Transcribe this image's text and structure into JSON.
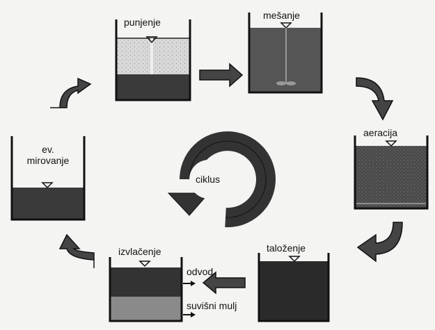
{
  "stages": {
    "punjenje": "punjenje",
    "mesanje": "mešanje",
    "aeracija": "aeracija",
    "talozenje": "taloženje",
    "izvlacenje": "izvlačenje",
    "mirovanje_line1": "ev.",
    "mirovanje_line2": "mirovanje"
  },
  "center_label": "ciklus",
  "outputs": {
    "odvod": "odvod",
    "suvisni_mulj": "suvišni mulj"
  },
  "colors": {
    "liquid": "#3a3a3a",
    "dark_liquid": "#2a2a2a",
    "light_fill": "#d8d8d8",
    "background": "#f4f4f2"
  }
}
